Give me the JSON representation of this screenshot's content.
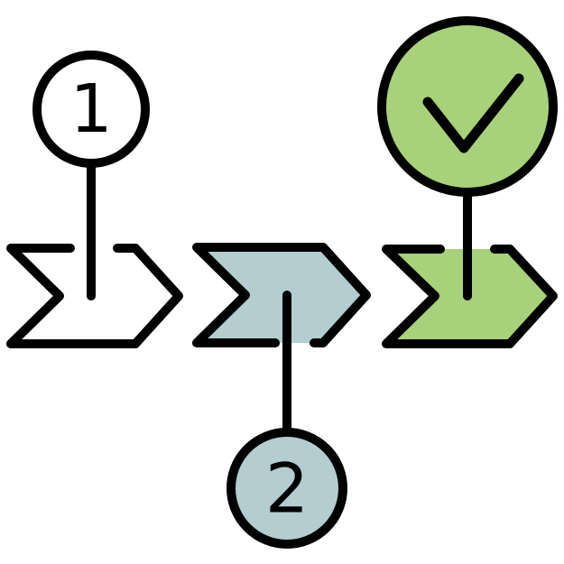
{
  "steps": [
    {
      "label": "1",
      "fill": "#ffffff",
      "marker": "number"
    },
    {
      "label": "2",
      "fill": "#b3cdd1",
      "marker": "number"
    },
    {
      "label": "",
      "fill": "#a7d17a",
      "marker": "check-icon"
    }
  ],
  "colors": {
    "stroke": "#000000",
    "background": "#ffffff",
    "step_2": "#b3cdd1",
    "step_3": "#a7d17a"
  }
}
